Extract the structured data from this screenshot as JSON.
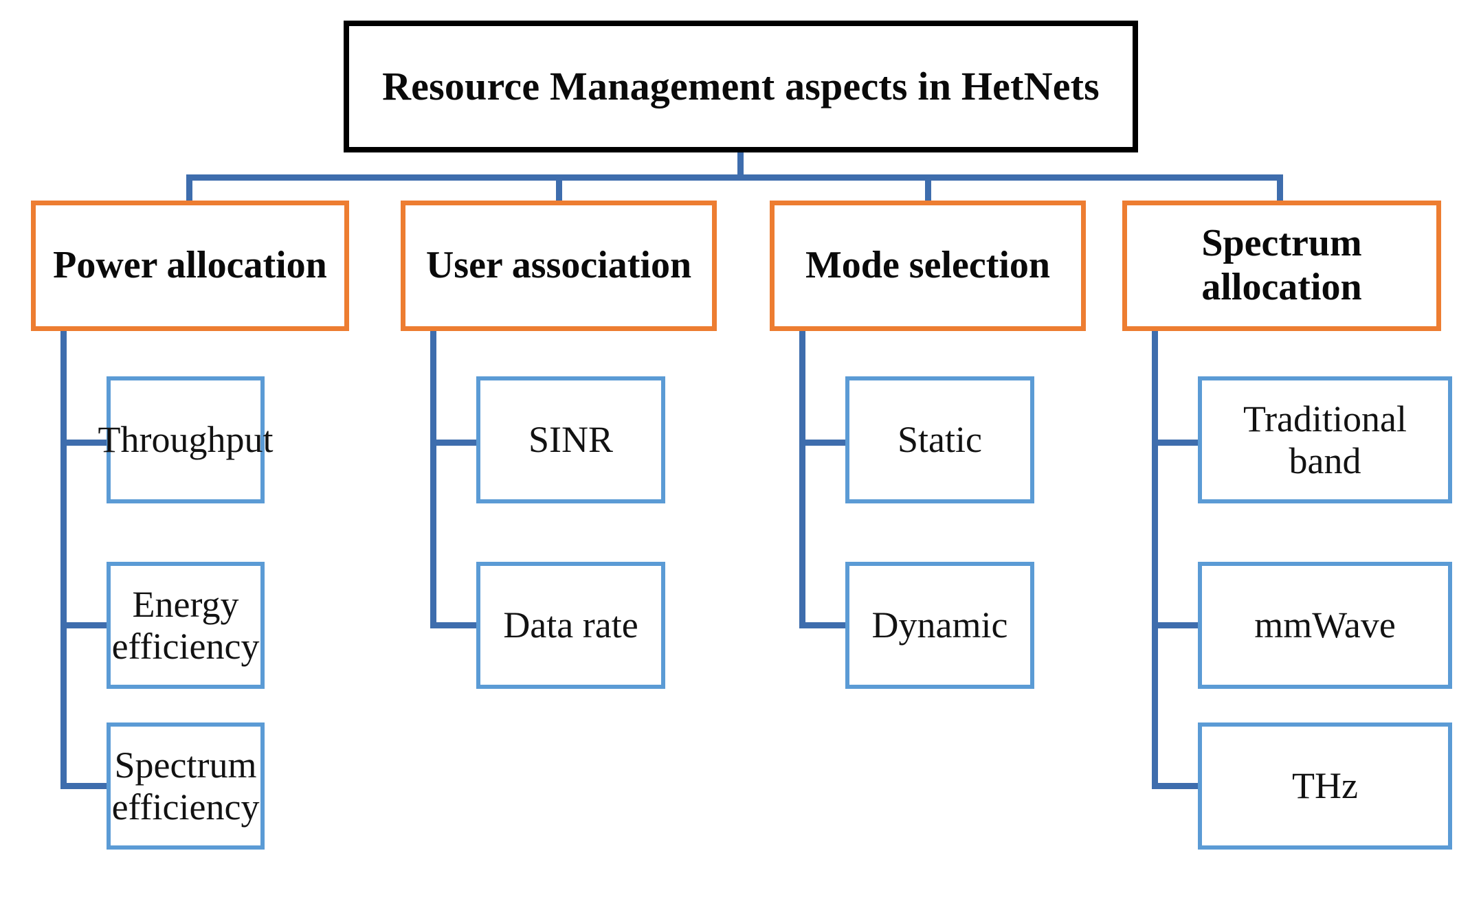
{
  "diagram": {
    "title": "Resource Management aspects in HetNets",
    "root": {
      "label": "Resource Management aspects in HetNets",
      "border_color": "#000000"
    },
    "colors": {
      "root_border": "#000000",
      "category_border": "#ED7D31",
      "leaf_border": "#5B9BD5",
      "connector": "#3E6DAD",
      "background": "#FFFFFF",
      "text": "#000000"
    },
    "branches": [
      {
        "label": "Power allocation",
        "children": [
          {
            "label": "Throughput"
          },
          {
            "label": "Energy efficiency"
          },
          {
            "label": "Spectrum efficiency"
          }
        ]
      },
      {
        "label": "User association",
        "children": [
          {
            "label": "SINR"
          },
          {
            "label": "Data rate"
          }
        ]
      },
      {
        "label": "Mode selection",
        "children": [
          {
            "label": "Static"
          },
          {
            "label": "Dynamic"
          }
        ]
      },
      {
        "label": "Spectrum allocation",
        "children": [
          {
            "label": "Traditional band"
          },
          {
            "label": "mmWave"
          },
          {
            "label": "THz"
          }
        ]
      }
    ]
  }
}
